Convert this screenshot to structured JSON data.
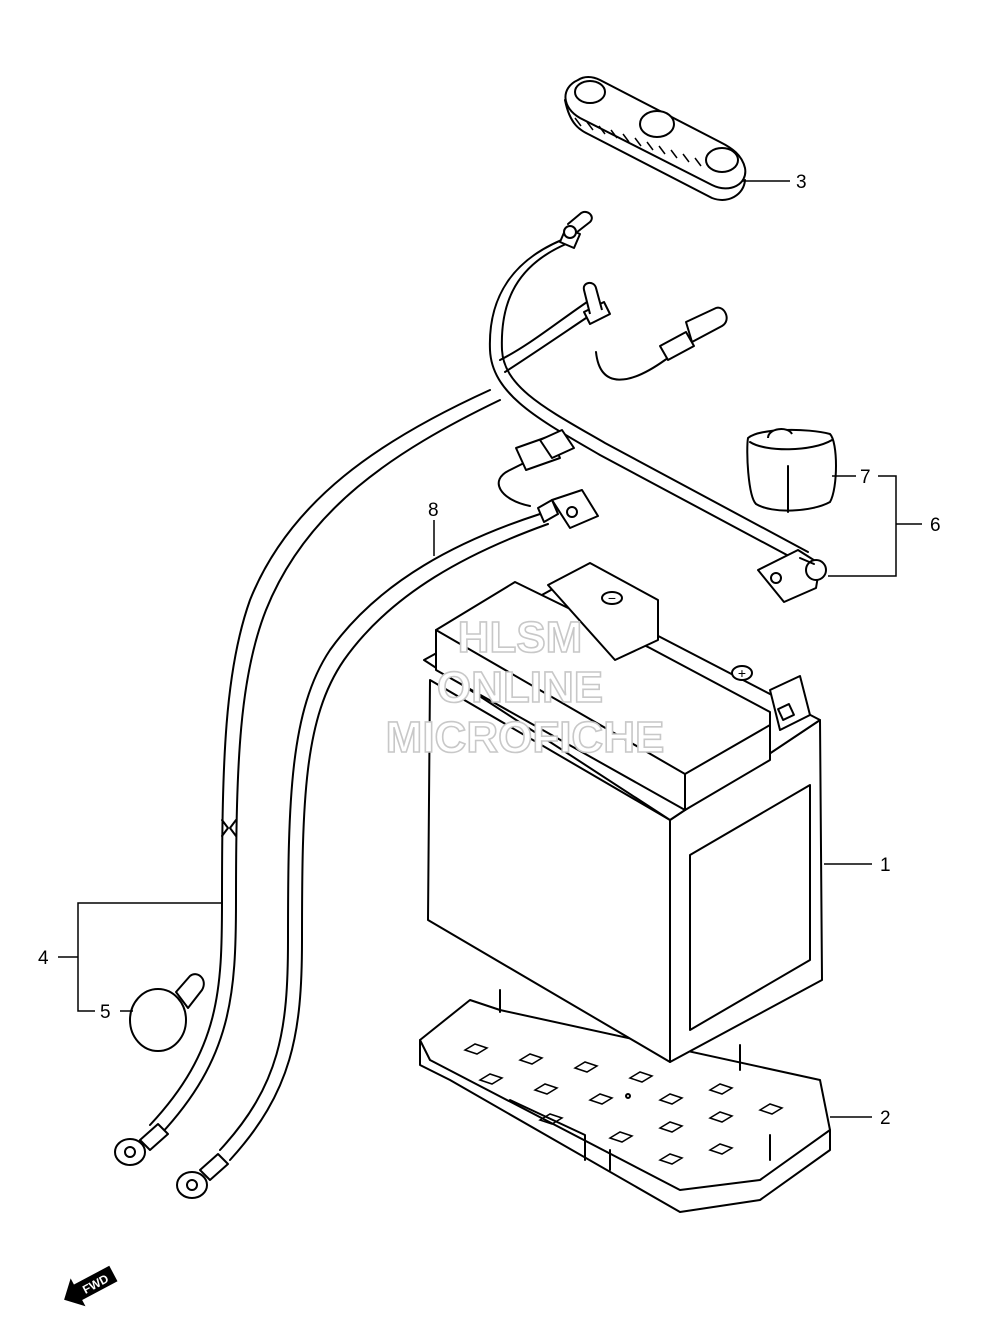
{
  "callouts": [
    {
      "id": "1",
      "label": "1"
    },
    {
      "id": "2",
      "label": "2"
    },
    {
      "id": "3",
      "label": "3"
    },
    {
      "id": "4",
      "label": "4"
    },
    {
      "id": "5",
      "label": "5"
    },
    {
      "id": "6",
      "label": "6"
    },
    {
      "id": "7",
      "label": "7"
    },
    {
      "id": "8",
      "label": "8"
    }
  ],
  "watermark": {
    "line1": "HLSM",
    "line2": "ONLINE",
    "line3": "MICROFICHE",
    "color": "#c8c8c8"
  },
  "fwd_indicator": {
    "label": "FWD"
  },
  "battery_terminals": {
    "minus_symbol": "−",
    "plus_symbol": "+"
  }
}
